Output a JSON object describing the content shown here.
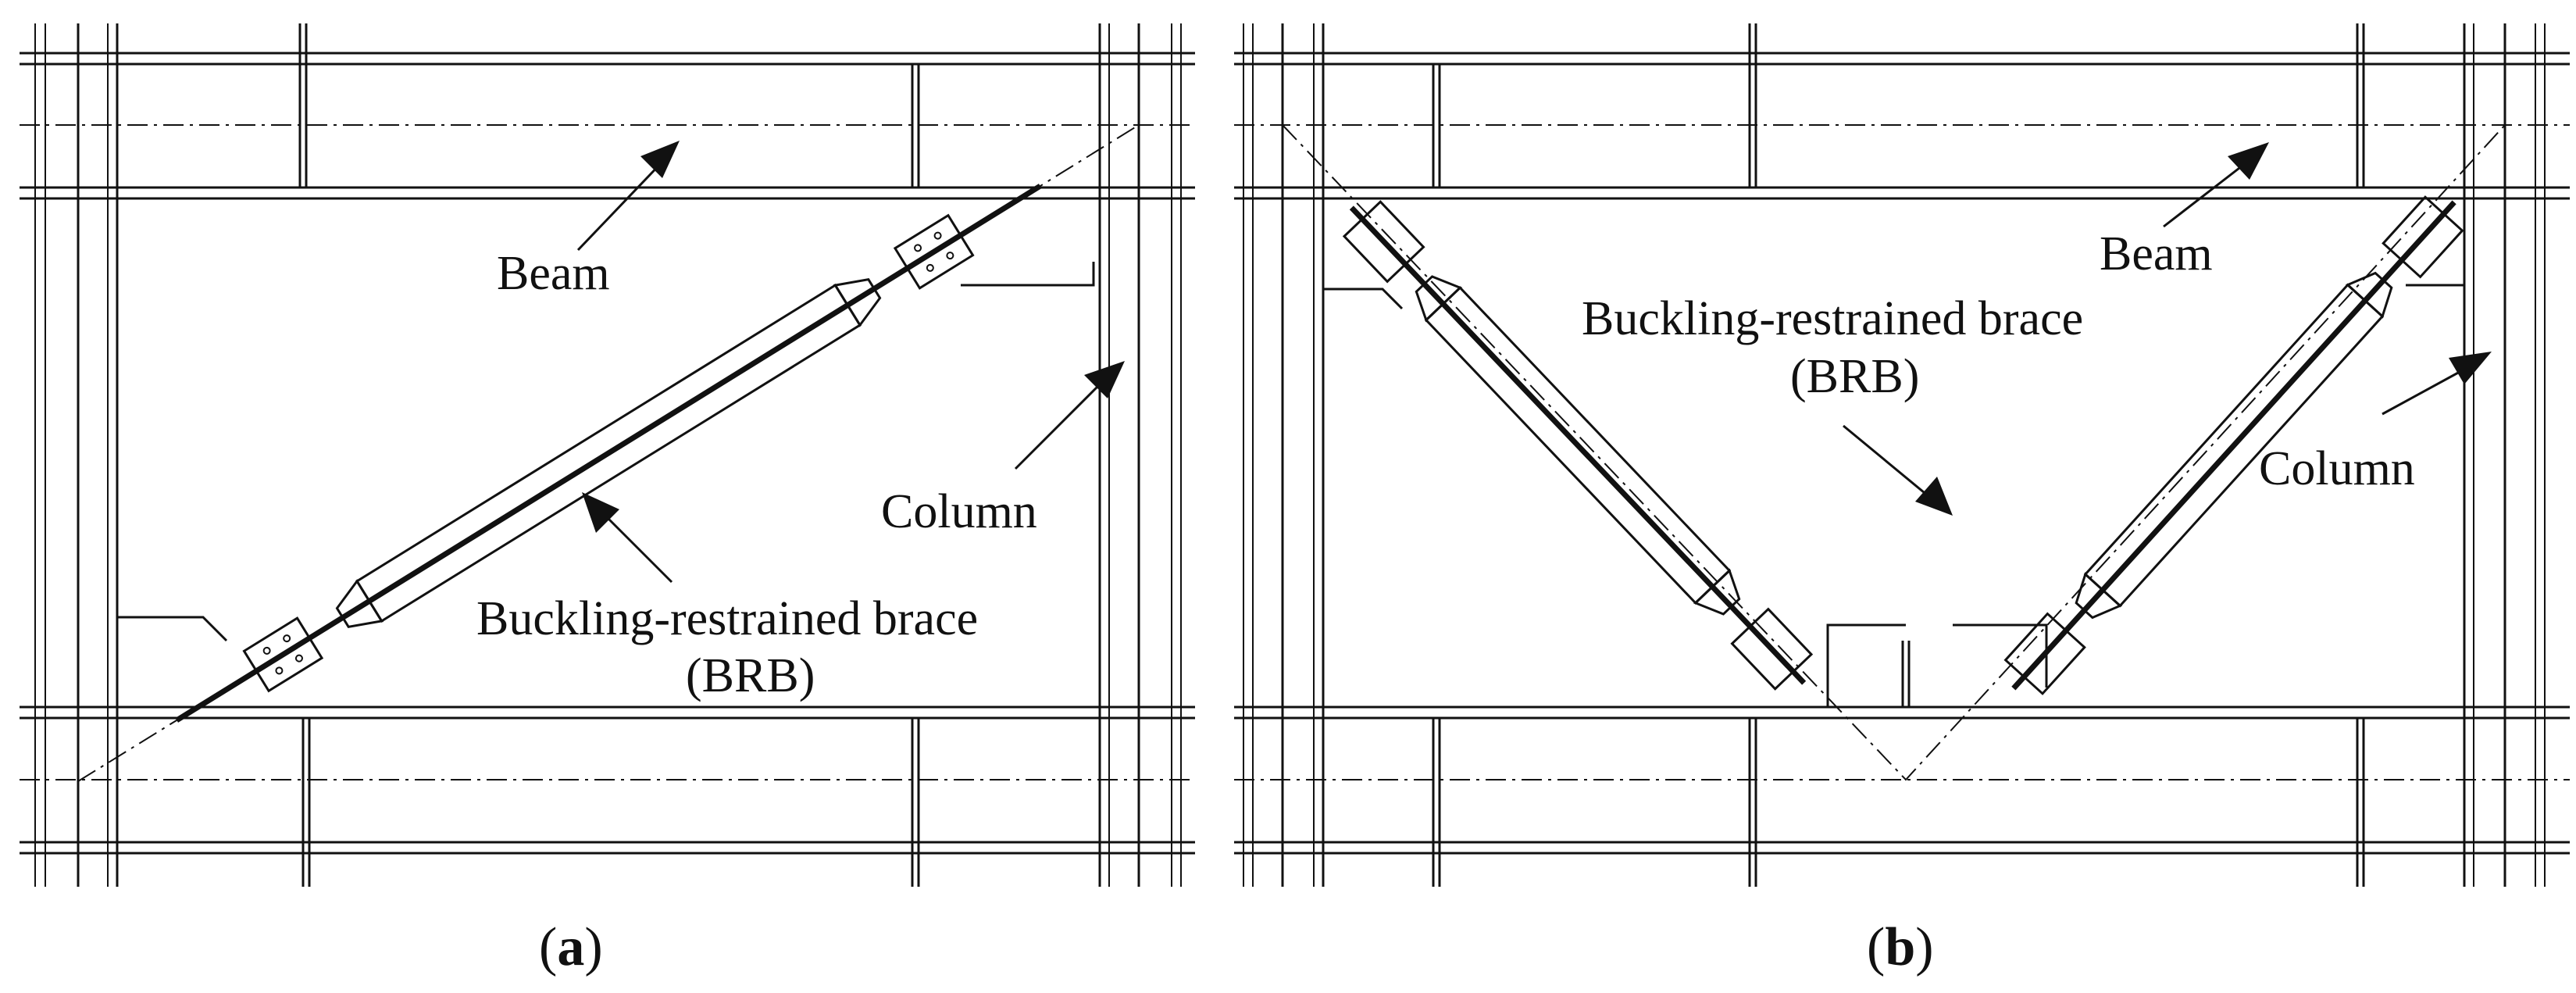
{
  "panel_a": {
    "labels": {
      "beam": "Beam",
      "column": "Column",
      "brace_line1": "Buckling-restrained brace",
      "brace_line2": "(BRB)"
    },
    "caption": {
      "open": "(",
      "letter": "a",
      "close": ")"
    }
  },
  "panel_b": {
    "labels": {
      "beam": "Beam",
      "column": "Column",
      "brace_line1": "Buckling-restrained brace",
      "brace_line2": "(BRB)"
    },
    "caption": {
      "open": "(",
      "letter": "b",
      "close": ")"
    }
  }
}
